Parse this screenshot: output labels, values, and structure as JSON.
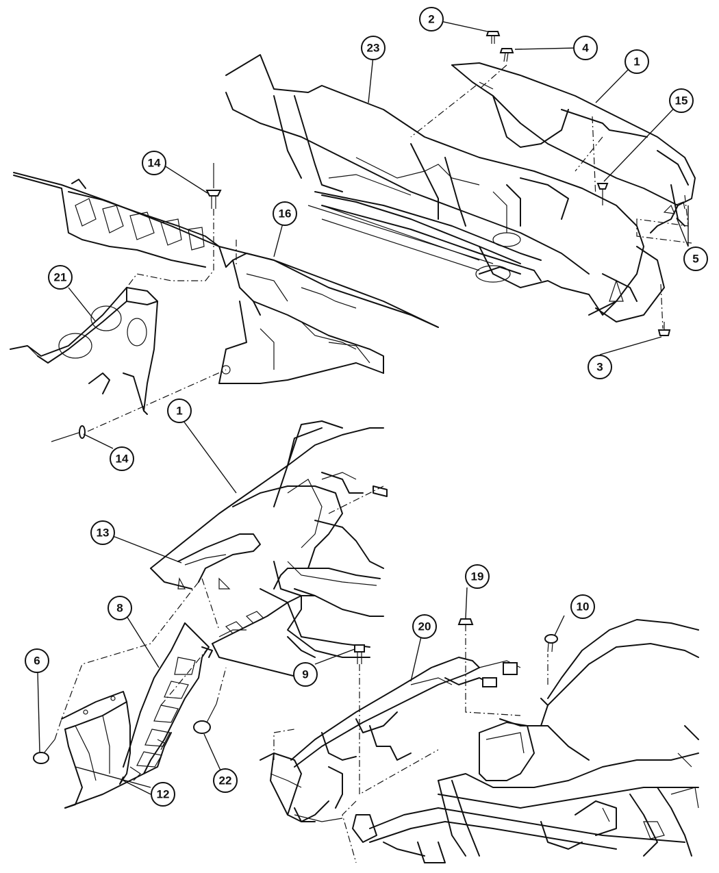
{
  "callouts": [
    {
      "id": "c2",
      "label": "2"
    },
    {
      "id": "c4",
      "label": "4"
    },
    {
      "id": "c23",
      "label": "23"
    },
    {
      "id": "c1a",
      "label": "1"
    },
    {
      "id": "c15",
      "label": "15"
    },
    {
      "id": "c14a",
      "label": "14"
    },
    {
      "id": "c16",
      "label": "16"
    },
    {
      "id": "c21",
      "label": "21"
    },
    {
      "id": "c5",
      "label": "5"
    },
    {
      "id": "c3",
      "label": "3"
    },
    {
      "id": "c14b",
      "label": "14"
    },
    {
      "id": "c1b",
      "label": "1"
    },
    {
      "id": "c13",
      "label": "13"
    },
    {
      "id": "c19",
      "label": "19"
    },
    {
      "id": "c10",
      "label": "10"
    },
    {
      "id": "c8",
      "label": "8"
    },
    {
      "id": "c20",
      "label": "20"
    },
    {
      "id": "c6",
      "label": "6"
    },
    {
      "id": "c9",
      "label": "9"
    },
    {
      "id": "c22",
      "label": "22"
    },
    {
      "id": "c12",
      "label": "12"
    }
  ]
}
